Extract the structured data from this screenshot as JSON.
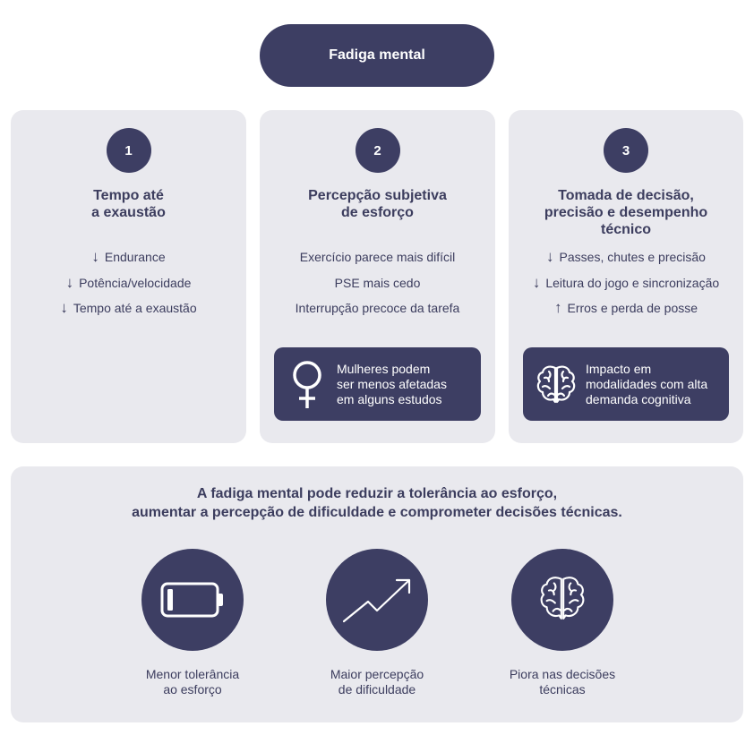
{
  "header": {
    "title": "Fadiga mental"
  },
  "cards": [
    {
      "number": "1",
      "title_lines": [
        "Tempo até",
        "a exaustão"
      ],
      "items": [
        {
          "arrow": "↓",
          "text": "Endurance"
        },
        {
          "arrow": "↓",
          "text": "Potência/velocidade"
        },
        {
          "arrow": "↓",
          "text": "Tempo até a exaustão"
        }
      ]
    },
    {
      "number": "2",
      "title_lines": [
        "Percepção subjetiva",
        "de esforço"
      ],
      "items": [
        {
          "text": "Exercício parece mais difícil"
        },
        {
          "text": "PSE mais cedo"
        },
        {
          "text": "Interrupção precoce da tarefa"
        }
      ],
      "note": {
        "icon": "female-symbol-icon",
        "lines": [
          "Mulheres podem",
          "ser menos afetadas",
          "em alguns estudos"
        ]
      }
    },
    {
      "number": "3",
      "title_lines": [
        "Tomada de decisão,",
        "precisão e desempenho",
        "técnico"
      ],
      "items": [
        {
          "arrow": "↓",
          "text": "Passes, chutes e precisão"
        },
        {
          "arrow": "↓",
          "text": "Leitura do jogo e sincronização"
        },
        {
          "arrow": "↑",
          "text": "Erros e perda de posse"
        }
      ],
      "note": {
        "icon": "brain-icon",
        "lines": [
          "Impacto em",
          "modalidades com alta",
          "demanda cognitiva"
        ]
      }
    }
  ],
  "summary": {
    "lines": [
      "A fadiga mental pode reduzir a tolerância ao esforço,",
      "aumentar a percepção de dificuldade e comprometer decisões técnicas."
    ],
    "effects": [
      {
        "icon": "low-battery-icon",
        "caption_lines": [
          "Menor tolerância",
          "ao esforço"
        ]
      },
      {
        "icon": "trend-up-arrow-icon",
        "caption_lines": [
          "Maior percepção",
          "de dificuldade"
        ]
      },
      {
        "icon": "brain-icon",
        "caption_lines": [
          "Piora nas decisões",
          "técnicas"
        ]
      }
    ]
  },
  "colors": {
    "primary": "#3d3e63",
    "panel": "#e9e9ee",
    "text": "#3c3d5e"
  }
}
